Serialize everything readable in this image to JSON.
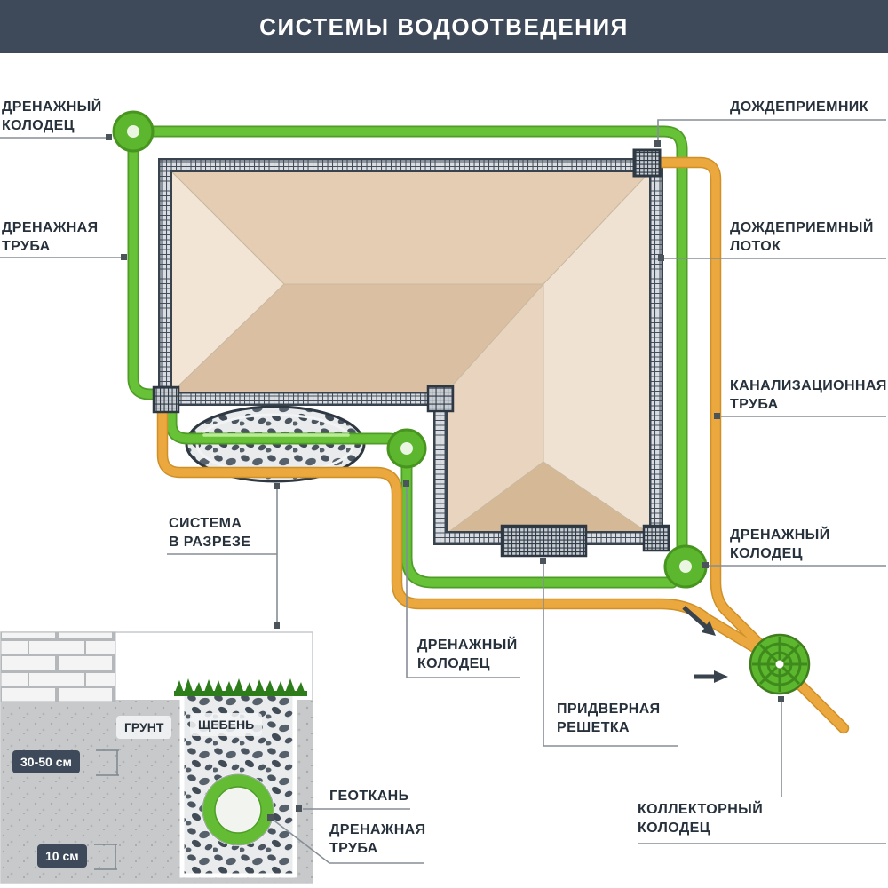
{
  "header": {
    "title": "СИСТЕМЫ ВОДООТВЕДЕНИЯ"
  },
  "colors": {
    "header_bg": "#3E4A59",
    "drain_green": "#68C238",
    "storm_orange": "#EAA83E",
    "dark_outline": "#39434E",
    "roof_beige": "#E4CDB3"
  },
  "labels": {
    "drainage_well_top": {
      "line1": "ДРЕНАЖНЫЙ",
      "line2": "КОЛОДЕЦ"
    },
    "drainage_pipe": {
      "line1": "ДРЕНАЖНАЯ",
      "line2": "ТРУБА"
    },
    "rain_inlet": {
      "line1": "ДОЖДЕПРИЕМНИК"
    },
    "rain_tray": {
      "line1": "ДОЖДЕПРИЕМНЫЙ",
      "line2": "ЛОТОК"
    },
    "sewer_pipe": {
      "line1": "КАНАЛИЗАЦИОННАЯ",
      "line2": "ТРУБА"
    },
    "drainage_well_right": {
      "line1": "ДРЕНАЖНЫЙ",
      "line2": "КОЛОДЕЦ"
    },
    "section_view": {
      "line1": "СИСТЕМА",
      "line2": "В РАЗРЕЗЕ"
    },
    "drainage_well_mid": {
      "line1": "ДРЕНАЖНЫЙ",
      "line2": "КОЛОДЕЦ"
    },
    "door_grate": {
      "line1": "ПРИДВЕРНАЯ",
      "line2": "РЕШЕТКА"
    },
    "collector_well": {
      "line1": "КОЛЛЕКТОРНЫЙ",
      "line2": "КОЛОДЕЦ"
    },
    "geotextile": {
      "line1": "ГЕОТКАНЬ"
    },
    "drainage_pipe_section": {
      "line1": "ДРЕНАЖНАЯ",
      "line2": "ТРУБА"
    }
  },
  "section_detail": {
    "soil": "ГРУНТ",
    "gravel": "ЩЕБЕНЬ",
    "depth_top": "30-50 см",
    "depth_bottom": "10 см"
  }
}
